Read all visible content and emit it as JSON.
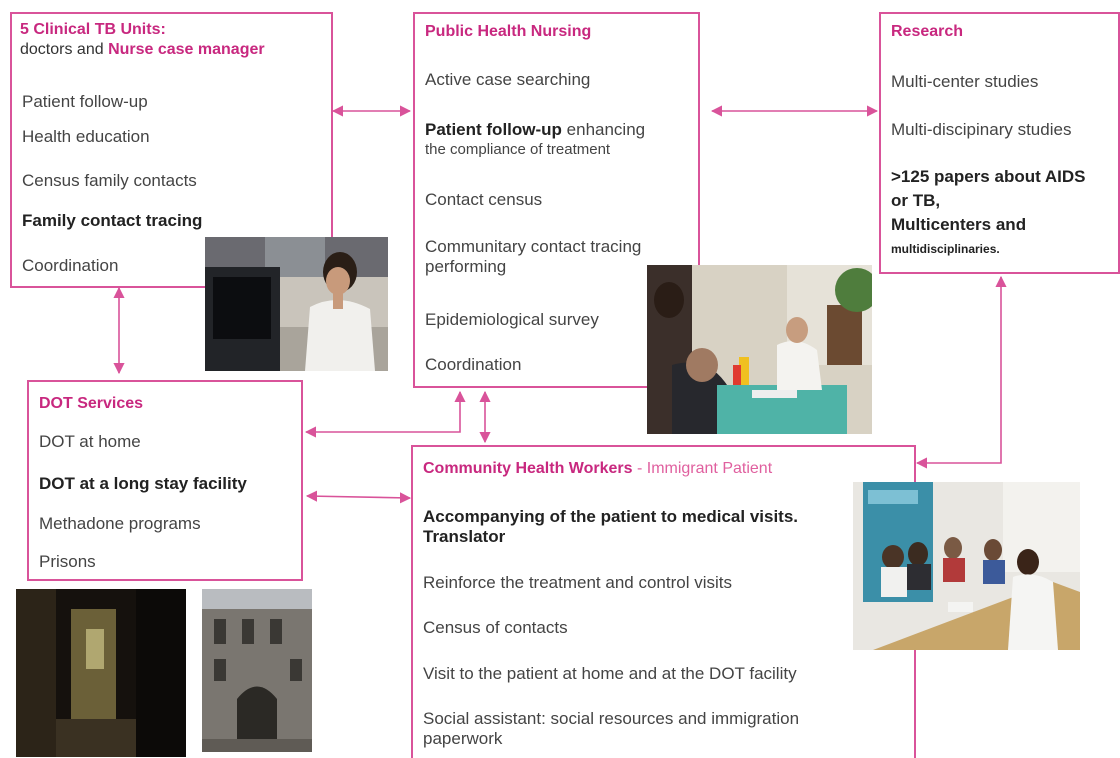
{
  "units": {
    "title_line1": "5 Clinical TB Units:",
    "title_line2_prefix": "doctors and ",
    "title_line2_bold": "Nurse case manager",
    "items": [
      "Patient follow-up",
      "Health education",
      "Census family contacts",
      "Family contact tracing",
      "Coordination"
    ]
  },
  "phn": {
    "title": "Public Health Nursing",
    "items": [
      "Active case searching",
      "Patient follow-up",
      " enhancing",
      "the compliance of treatment",
      "Contact census",
      "Communitary contact tracing",
      "performing",
      "Epidemiological survey",
      "Coordination"
    ]
  },
  "research": {
    "title": "Research",
    "items": [
      "Multi-center studies",
      "Multi-discipinary studies",
      ">125 papers about AIDS",
      "or TB,",
      "Multicenters and",
      "multidisciplinaries."
    ]
  },
  "dot": {
    "title": "DOT Services",
    "items": [
      "DOT at home",
      "DOT at a long stay facility",
      "Methadone programs",
      "Prisons"
    ]
  },
  "chw": {
    "title": "Community Health Workers",
    "title_suffix": " - Immigrant Patient",
    "items": [
      "Accompanying of the patient to medical visits.",
      "Translator",
      "Reinforce the treatment and control visits",
      "Census of contacts",
      "Visit to the patient at home and at the DOT facility",
      "Social assistant: social resources and immigration",
      "paperwork"
    ]
  },
  "colors": {
    "accent": "#d9539a",
    "title": "#c8287f"
  },
  "photos": [
    "nurse-at-computer-photo",
    "home-visit-photo",
    "meeting-photo",
    "street-photo",
    "prison-building-photo"
  ]
}
